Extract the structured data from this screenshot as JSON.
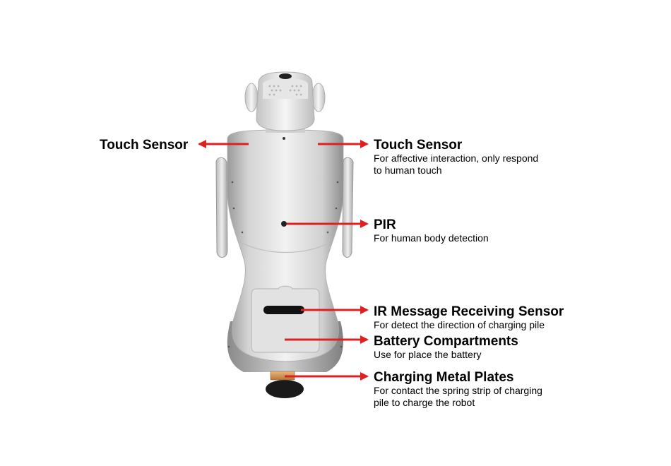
{
  "accent_color": "#e02020",
  "labels": {
    "touch_left": {
      "title": "Touch Sensor"
    },
    "touch_right": {
      "title": "Touch Sensor",
      "desc": [
        "For affective interaction, only respond",
        "to human touch"
      ]
    },
    "pir": {
      "title": "PIR",
      "desc": [
        "For human body detection"
      ]
    },
    "ir": {
      "title": "IR Message Receiving Sensor",
      "desc": [
        "For detect the direction of charging pile"
      ]
    },
    "battery": {
      "title": "Battery Compartments",
      "desc": [
        "Use for place the battery"
      ]
    },
    "charging": {
      "title": "Charging Metal Plates",
      "desc": [
        "For contact the spring strip of charging",
        "pile to charge the robot"
      ]
    }
  }
}
